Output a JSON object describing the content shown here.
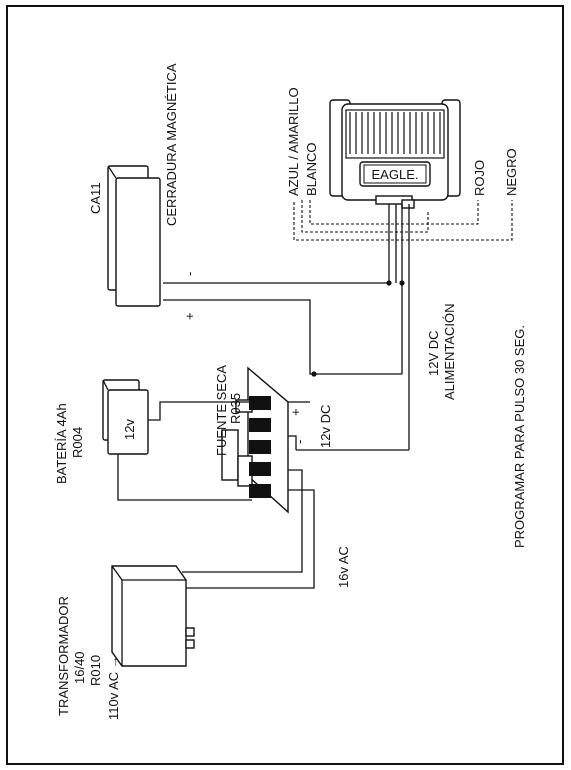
{
  "labels": {
    "ca11": "CA11",
    "cerradura": "CERRADURA MAGNÉTICA",
    "azul": "AZUL / AMARILLO",
    "blanco": "BLANCO",
    "rojo": "ROJO",
    "negro": "NEGRO",
    "eagle": "EAGLE.",
    "minus": "-",
    "plus": "+",
    "alimentacion_v": "12V DC",
    "alimentacion": "ALIMENTACIÓN",
    "programar": "PROGRAMAR PARA PULSO 30 SEG.",
    "bateria": "BATERÍA 4Ah",
    "r004": "R004",
    "v12": "12v",
    "fuente": "FUENTE SECA",
    "r035": "R035",
    "fuente_plus": "+",
    "fuente_minus": "-",
    "dc12": "12v DC",
    "ac16": "16v AC",
    "transformador": "TRANSFORMADOR",
    "t1640": "16/40",
    "r010": "R010",
    "ac110": "110v AC →"
  }
}
